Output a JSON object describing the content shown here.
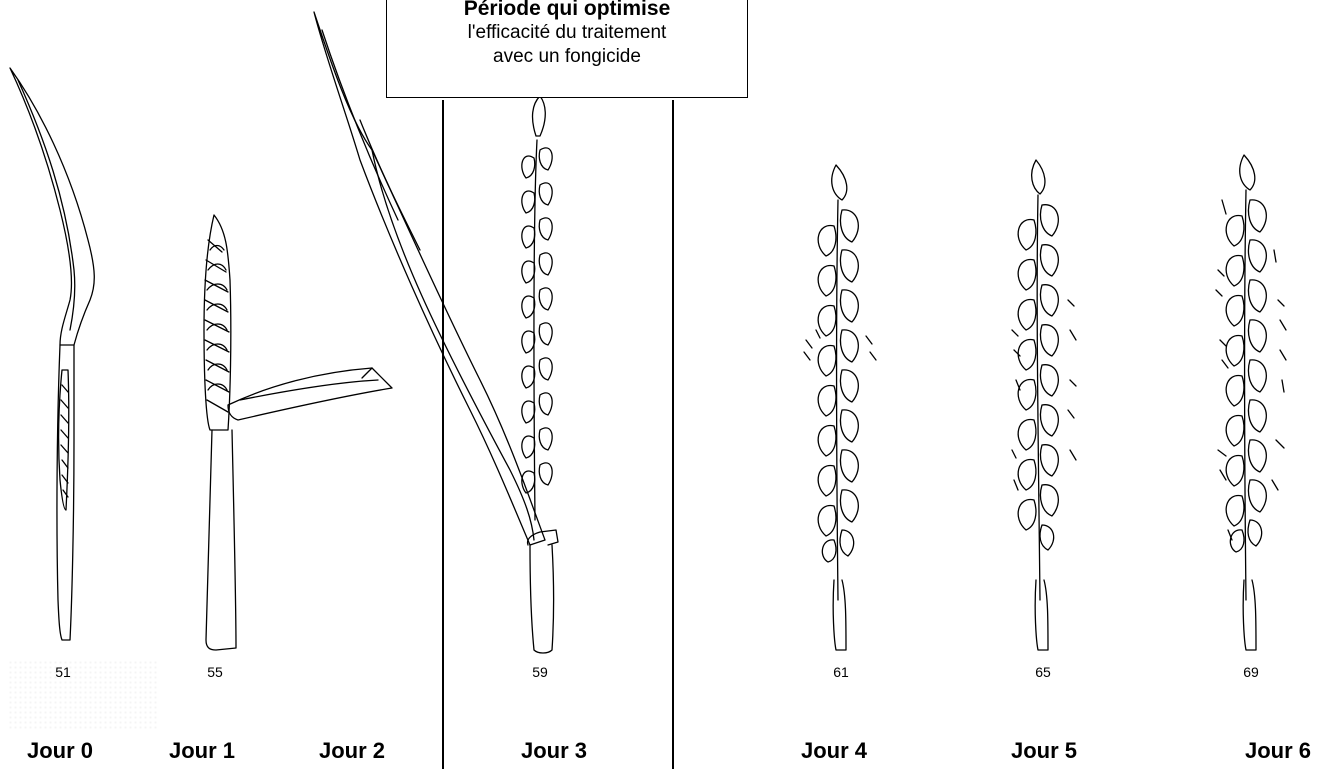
{
  "callout": {
    "title": "Période qui optimise",
    "line1": "l'efficacité du traitement",
    "line2": "avec un fongicide"
  },
  "stages": [
    {
      "code": "51",
      "day": "Jour 0"
    },
    {
      "code": "55",
      "day": "Jour 1"
    },
    {
      "code": "",
      "day": "Jour 2"
    },
    {
      "code": "59",
      "day": "Jour 3"
    },
    {
      "code": "61",
      "day": "Jour 4"
    },
    {
      "code": "65",
      "day": "Jour 5"
    },
    {
      "code": "69",
      "day": "Jour 6"
    }
  ]
}
